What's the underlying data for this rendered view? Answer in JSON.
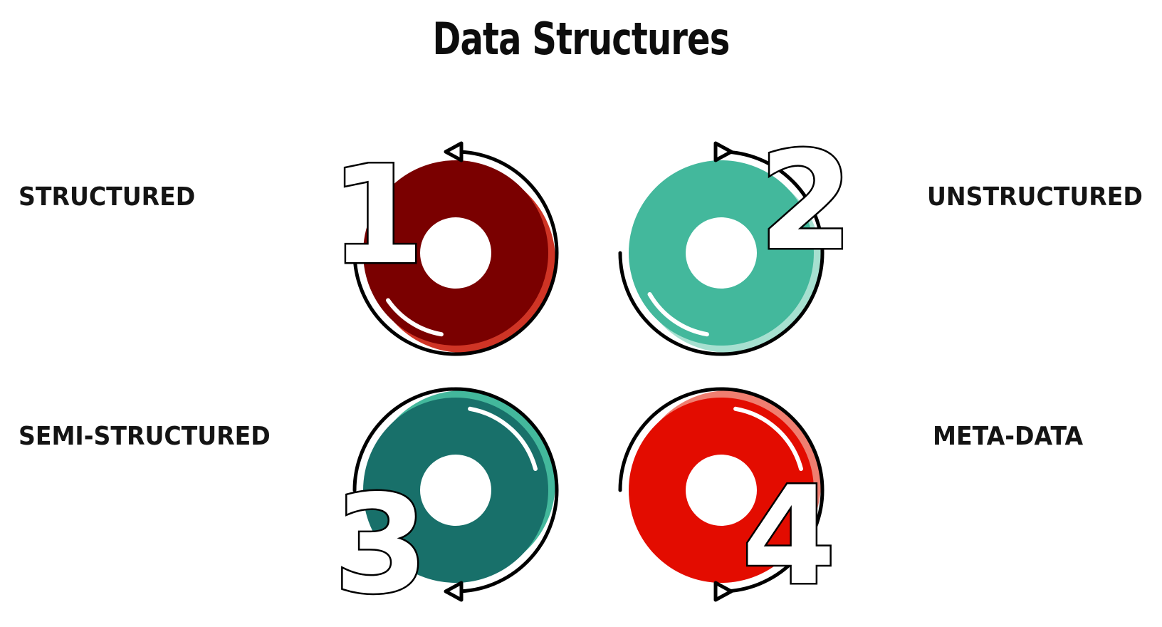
{
  "title": "Data Structures",
  "items": [
    {
      "number": "1",
      "label": "STRUCTURED",
      "color": "#7a0000",
      "accent": "#cf3425"
    },
    {
      "number": "2",
      "label": "UNSTRUCTURED",
      "color": "#43b89c",
      "accent": "#a6e0d0"
    },
    {
      "number": "3",
      "label": "SEMI-STRUCTURED",
      "color": "#18706a",
      "accent": "#43b89c"
    },
    {
      "number": "4",
      "label": "META-DATA",
      "color": "#e30c00",
      "accent": "#f07e70"
    }
  ]
}
